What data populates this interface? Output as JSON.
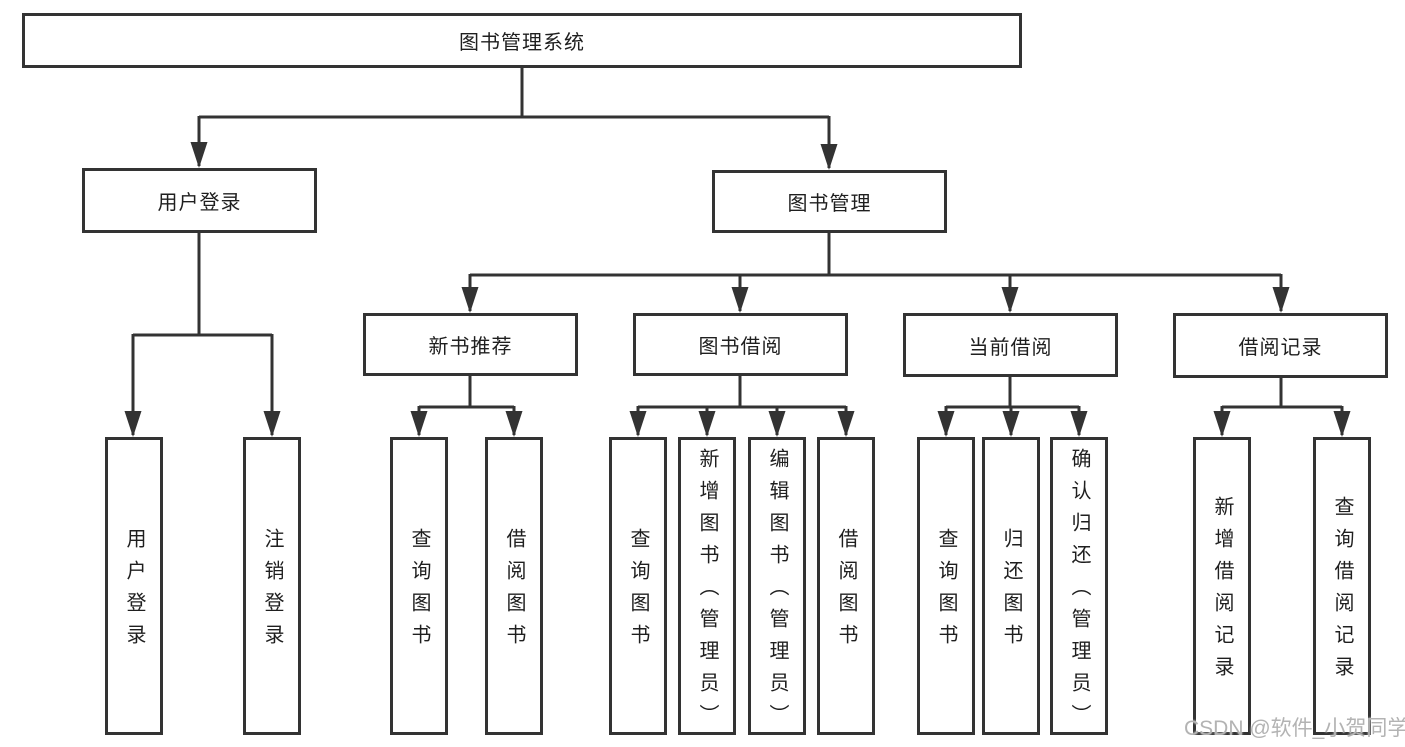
{
  "diagram": {
    "type": "tree",
    "title": "图书管理系统",
    "colors": {
      "line": "#333333",
      "text": "#1f1f1f",
      "box_bg": "#ffffff",
      "watermark": "#b3b3b3"
    },
    "nodes": {
      "root": {
        "label": "图书管理系统"
      },
      "user_login": {
        "label": "用户登录"
      },
      "book_mgmt": {
        "label": "图书管理"
      },
      "new_book_rec": {
        "label": "新书推荐"
      },
      "book_borrow": {
        "label": "图书借阅"
      },
      "current_borrow": {
        "label": "当前借阅"
      },
      "borrow_record": {
        "label": "借阅记录"
      },
      "leaf_user_login": {
        "label": "用户登录"
      },
      "leaf_logout": {
        "label": "注销登录"
      },
      "leaf_query_book_nbr": {
        "label": "查询图书"
      },
      "leaf_borrow_book_nbr": {
        "label": "借阅图书"
      },
      "leaf_query_book_bb": {
        "label": "查询图书"
      },
      "leaf_add_book": {
        "label": "新增图书（管理员）"
      },
      "leaf_edit_book": {
        "label": "编辑图书（管理员）"
      },
      "leaf_borrow_book_bb": {
        "label": "借阅图书"
      },
      "leaf_query_book_cb": {
        "label": "查询图书"
      },
      "leaf_return_book": {
        "label": "归还图书"
      },
      "leaf_confirm_return": {
        "label": "确认归还（管理员）"
      },
      "leaf_add_record": {
        "label": "新增借阅记录"
      },
      "leaf_query_record": {
        "label": "查询借阅记录"
      }
    },
    "structure": {
      "root": [
        "user_login",
        "book_mgmt"
      ],
      "user_login": [
        "leaf_user_login",
        "leaf_logout"
      ],
      "book_mgmt": [
        "new_book_rec",
        "book_borrow",
        "current_borrow",
        "borrow_record"
      ],
      "new_book_rec": [
        "leaf_query_book_nbr",
        "leaf_borrow_book_nbr"
      ],
      "book_borrow": [
        "leaf_query_book_bb",
        "leaf_add_book",
        "leaf_edit_book",
        "leaf_borrow_book_bb"
      ],
      "current_borrow": [
        "leaf_query_book_cb",
        "leaf_return_book",
        "leaf_confirm_return"
      ],
      "borrow_record": [
        "leaf_add_record",
        "leaf_query_record"
      ]
    },
    "watermark": "CSDN @软件_小贺同学"
  }
}
